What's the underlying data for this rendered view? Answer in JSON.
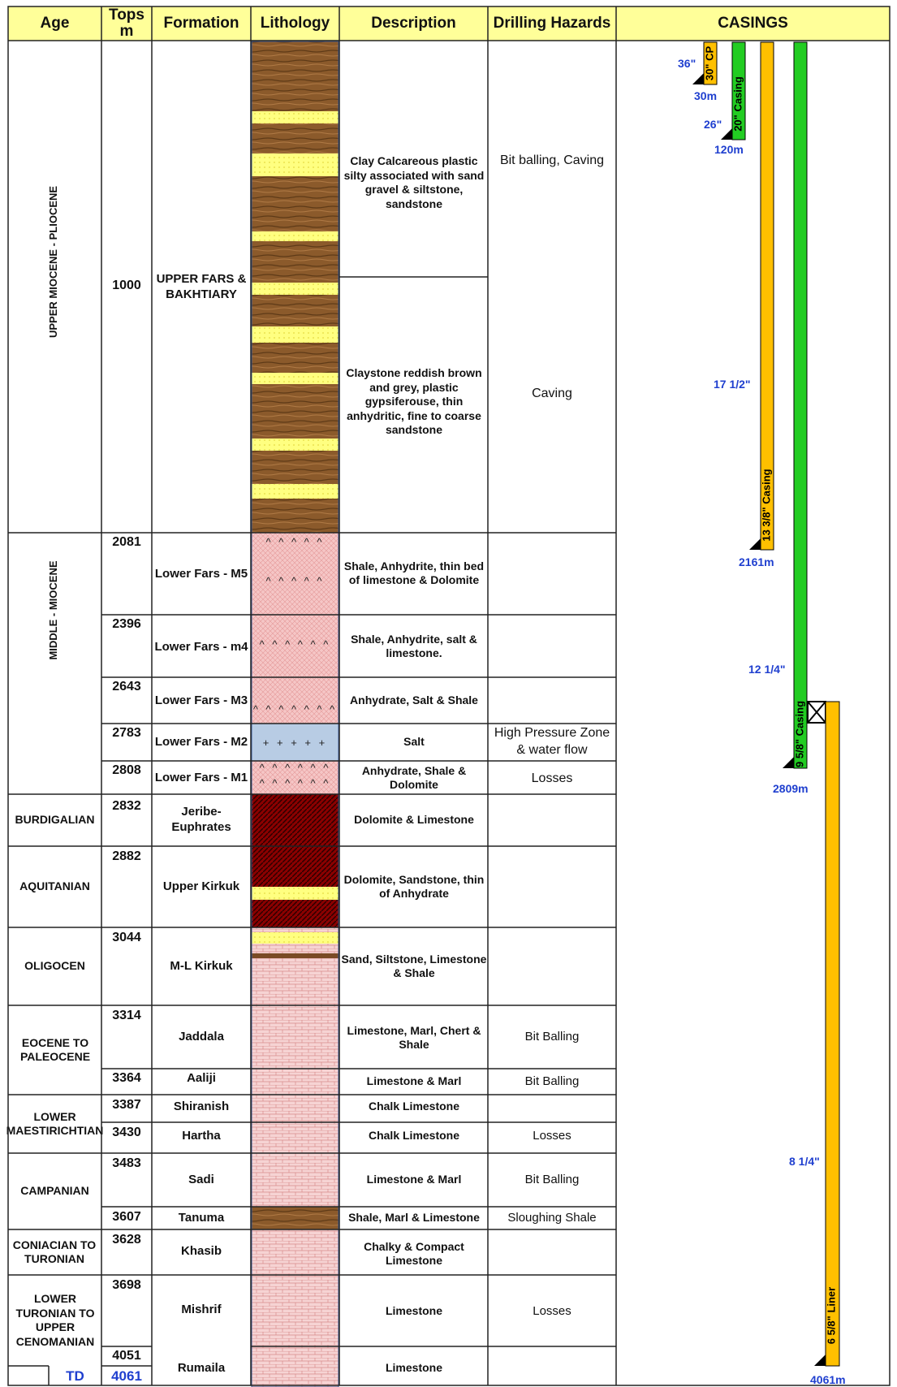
{
  "headers": {
    "age": "Age",
    "tops": "Tops\nm",
    "formation": "Formation",
    "lithology": "Lithology",
    "description": "Description",
    "hazards": "Drilling Hazards",
    "casings": "CASINGS"
  },
  "ages": [
    {
      "label": "UPPER MIOCENE - PLIOCENE",
      "vertical": true
    },
    {
      "label": "MIDDLE - MIOCENE",
      "vertical": true
    },
    {
      "label": "BURDIGALIAN"
    },
    {
      "label": "AQUITANIAN"
    },
    {
      "label": "OLIGOCEN"
    },
    {
      "label": "EOCENE TO PALEOCENE"
    },
    {
      "label": "LOWER MAESTIRICHTIAN"
    },
    {
      "label": "CAMPANIAN"
    },
    {
      "label": "CONIACIAN TO TURONIAN"
    },
    {
      "label": "LOWER TURONIAN TO UPPER CENOMANIAN"
    }
  ],
  "formations": [
    {
      "top": "1000",
      "name": "UPPER FARS & BAKHTIARY",
      "lith": "clay-sand"
    },
    {
      "top": "2081",
      "name": "Lower Fars - M5",
      "lith": "anhydrite-shale"
    },
    {
      "top": "2396",
      "name": "Lower Fars - m4",
      "lith": "anhydrite-shale"
    },
    {
      "top": "2643",
      "name": "Lower Fars - M3",
      "lith": "anhydrite-shale"
    },
    {
      "top": "2783",
      "name": "Lower Fars - M2",
      "lith": "salt"
    },
    {
      "top": "2808",
      "name": "Lower Fars - M1",
      "lith": "anhydrite-shale"
    },
    {
      "top": "2832",
      "name": "Jeribe-Euphrates",
      "lith": "dolomite"
    },
    {
      "top": "2882",
      "name": "Upper Kirkuk",
      "lith": "dolomite-sand"
    },
    {
      "top": "3044",
      "name": "M-L Kirkuk",
      "lith": "limestone"
    },
    {
      "top": "3314",
      "name": "Jaddala",
      "lith": "limestone"
    },
    {
      "top": "3364",
      "name": "Aaliji",
      "lith": "limestone"
    },
    {
      "top": "3387",
      "name": "Shiranish",
      "lith": "limestone"
    },
    {
      "top": "3430",
      "name": "Hartha",
      "lith": "limestone"
    },
    {
      "top": "3483",
      "name": "Sadi",
      "lith": "limestone"
    },
    {
      "top": "3607",
      "name": "Tanuma",
      "lith": "shale"
    },
    {
      "top": "3628",
      "name": "Khasib",
      "lith": "limestone"
    },
    {
      "top": "3698",
      "name": "Mishrif",
      "lith": "limestone"
    },
    {
      "top": "4051",
      "name": "Rumaila",
      "lith": "limestone"
    }
  ],
  "td": {
    "label": "TD",
    "depth": "4061"
  },
  "descriptions": [
    "Clay Calcareous plastic silty associated with sand gravel & siltstone, sandstone",
    "Claystone reddish brown and grey, plastic gypsiferouse, thin anhydritic, fine to coarse sandstone",
    "Shale, Anhydrite, thin bed of limestone & Dolomite",
    "Shale, Anhydrite, salt & limestone.",
    "Anhydrate, Salt & Shale",
    "Salt",
    "Anhydrate, Shale & Dolomite",
    "Dolomite & Limestone",
    "Dolomite, Sandstone, thin of Anhydrate",
    "Sand, Siltstone, Limestone & Shale",
    "Limestone, Marl, Chert & Shale",
    "Limestone & Marl",
    "Chalk Limestone",
    "Chalk Limestone",
    "Limestone & Marl",
    "Shale, Marl & Limestone",
    "Chalky & Compact Limestone",
    "Limestone",
    "Limestone"
  ],
  "hazards": [
    "Bit balling, Caving",
    "Caving",
    "High Pressure Zone & water flow",
    "Losses",
    "Bit Balling",
    "Bit Balling",
    "Losses",
    "Bit Balling",
    "Sloughing Shale",
    "Losses"
  ],
  "casings": [
    {
      "label": "30\" CP",
      "hole": "36\"",
      "shoe": "30m",
      "color": "#ffc000"
    },
    {
      "label": "20\" Casing",
      "hole": "26\"",
      "shoe": "120m",
      "color": "#22cc22"
    },
    {
      "label": "13 3/8\" Casing",
      "hole": "17 1/2\"",
      "shoe": "2161m",
      "color": "#ffc000"
    },
    {
      "label": "9 5/8\" Casing",
      "hole": "12 1/4\"",
      "shoe": "2809m",
      "color": "#22cc22"
    },
    {
      "label": "6 5/8\" Liner",
      "hole": "8 1/4\"",
      "shoe": "4061m",
      "color": "#ffc000"
    }
  ],
  "colors": {
    "header_bg": "#ffff99",
    "sand": "#ffff80",
    "clay": "#8b5a2b",
    "anhydrite": "#f5c6c6",
    "salt": "#b8cce4",
    "dolomite": "#8b0000",
    "limestone": "#f6d3d3",
    "depth_text": "#1f3fcf"
  }
}
